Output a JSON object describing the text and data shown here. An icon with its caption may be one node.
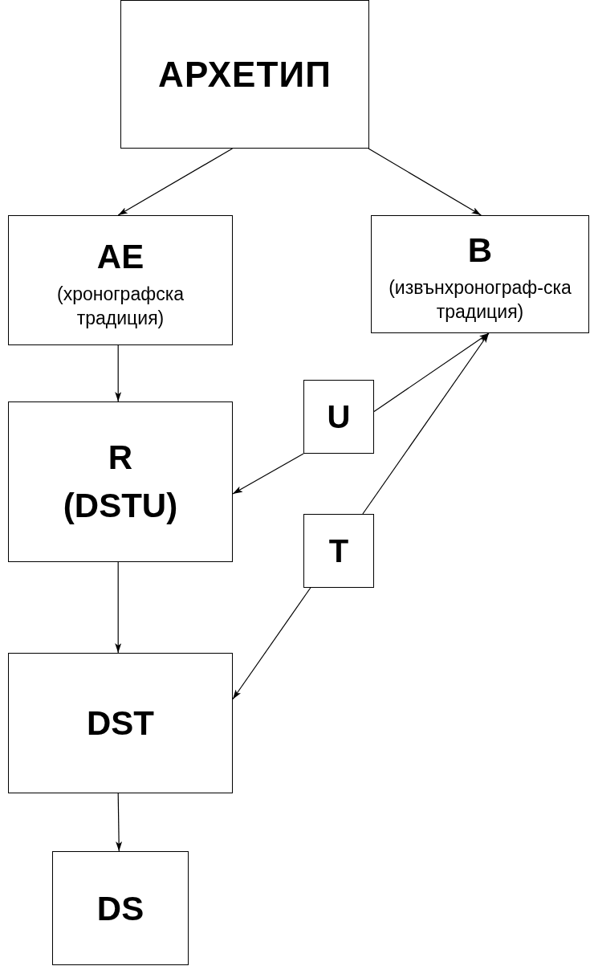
{
  "diagram": {
    "nodes": [
      {
        "text": [
          "АРХЕТИП"
        ]
      },
      {
        "text": [
          "AE",
          "(хронографска традиция)"
        ]
      },
      {
        "text": [
          "B",
          "(извънхронограф-ска традиция)"
        ]
      },
      {
        "text": [
          "R",
          "(DSTU)"
        ]
      },
      {
        "text": [
          "U"
        ]
      },
      {
        "text": [
          "T"
        ]
      },
      {
        "text": [
          "DST"
        ]
      },
      {
        "text": [
          "DS"
        ]
      }
    ],
    "edges": [
      {
        "from": 0,
        "to": 1,
        "arrow": "to"
      },
      {
        "from": 0,
        "to": 2,
        "arrow": "to"
      },
      {
        "from": 1,
        "to": 3,
        "arrow": "to"
      },
      {
        "from": 4,
        "to": 3,
        "arrow": "to"
      },
      {
        "from": 4,
        "to": 2,
        "arrow": "to"
      },
      {
        "from": 5,
        "to": 2,
        "arrow": "to"
      },
      {
        "from": 5,
        "to": 6,
        "arrow": "to"
      },
      {
        "from": 3,
        "to": 6,
        "arrow": "to"
      },
      {
        "from": 6,
        "to": 7,
        "arrow": "to"
      }
    ]
  }
}
